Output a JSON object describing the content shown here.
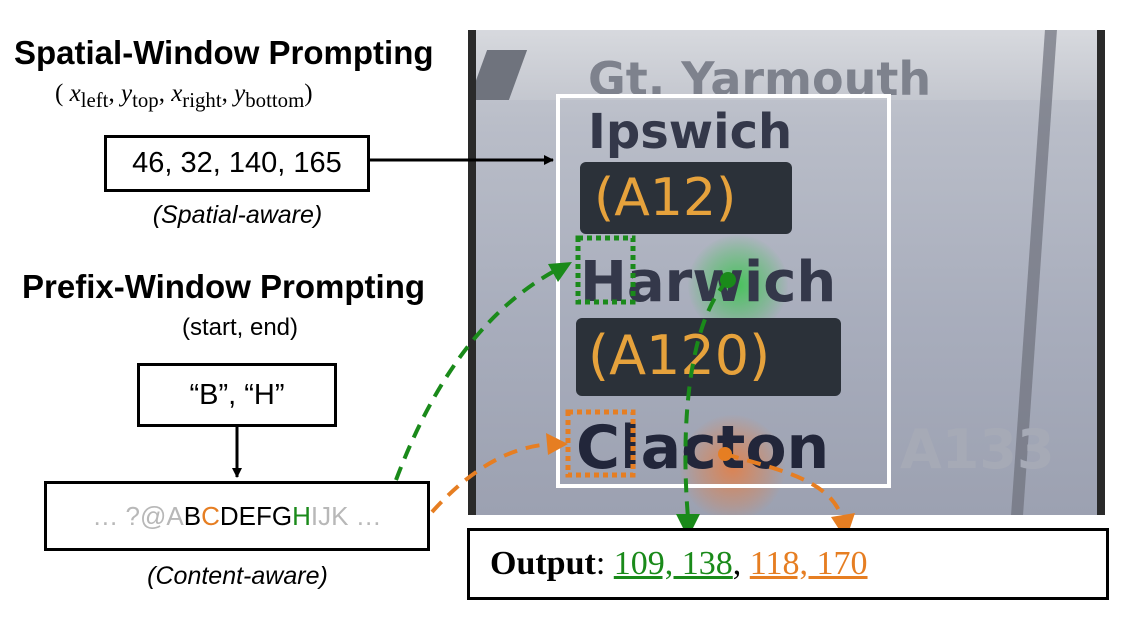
{
  "spatial": {
    "title": "Spatial-Window Prompting",
    "coords_label_open": "(",
    "coords_label_close": ")",
    "coord_vars": [
      {
        "base": "x",
        "sub": "left"
      },
      {
        "base": "y",
        "sub": "top"
      },
      {
        "base": "x",
        "sub": "right"
      },
      {
        "base": "y",
        "sub": "bottom"
      }
    ],
    "box_value": "46, 32, 140, 165",
    "caption": "(Spatial-aware)"
  },
  "prefix": {
    "title": "Prefix-Window Prompting",
    "range_label": "(start, end)",
    "box_value": "“B”, “H”",
    "sequence": [
      {
        "t": "… ?@",
        "c": "gray"
      },
      {
        "t": "A",
        "c": "gray"
      },
      {
        "t": "B",
        "c": "black"
      },
      {
        "t": "C",
        "c": "orange"
      },
      {
        "t": "DEFG",
        "c": "black"
      },
      {
        "t": "H",
        "c": "green"
      },
      {
        "t": "IJK …",
        "c": "gray"
      }
    ],
    "caption": "(Content-aware)"
  },
  "sign": {
    "lines": [
      "Gt. Yarmouth",
      "Ipswich",
      "(A12)",
      "Harwich",
      "(A120)",
      "Clacton",
      "A133"
    ]
  },
  "output": {
    "label": "Output",
    "colon": ": ",
    "green_value": "109, 138",
    "separator": ", ",
    "orange_value": "118, 170"
  },
  "colors": {
    "green": "#1a8a1a",
    "orange": "#e67e22",
    "sign_text": "#34384a",
    "plate": "#2b3139",
    "plate_text": "#e6a23c"
  }
}
